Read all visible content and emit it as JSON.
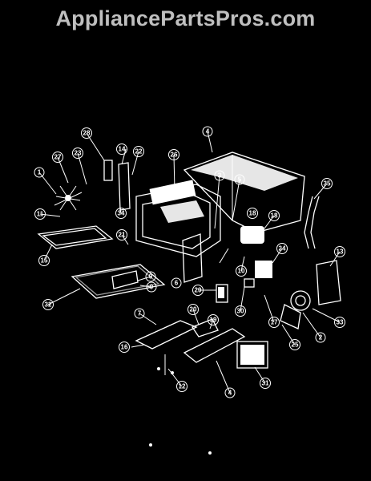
{
  "site": {
    "watermark": "AppliancePartsPros.com"
  },
  "diagram": {
    "labels": {
      "p1": "1",
      "p2": "2",
      "p3": "3",
      "p4a": "4",
      "p4b": "4",
      "p5": "5",
      "p6": "6",
      "p7": "7",
      "p9": "9",
      "p10": "10",
      "p11": "11",
      "p12": "12",
      "p13": "13",
      "p14": "14",
      "p15": "15",
      "p16": "16",
      "p17": "17",
      "p18a": "18",
      "p18b": "18",
      "p19": "19",
      "p20": "20",
      "p21": "21",
      "p22": "22",
      "p23": "23",
      "p24": "24",
      "p25": "25",
      "p26": "26",
      "p27": "27",
      "p28": "28",
      "p29": "29",
      "p30": "30",
      "p31": "31",
      "p32": "32",
      "p33": "33",
      "p34": "34",
      "p35": "35"
    }
  }
}
